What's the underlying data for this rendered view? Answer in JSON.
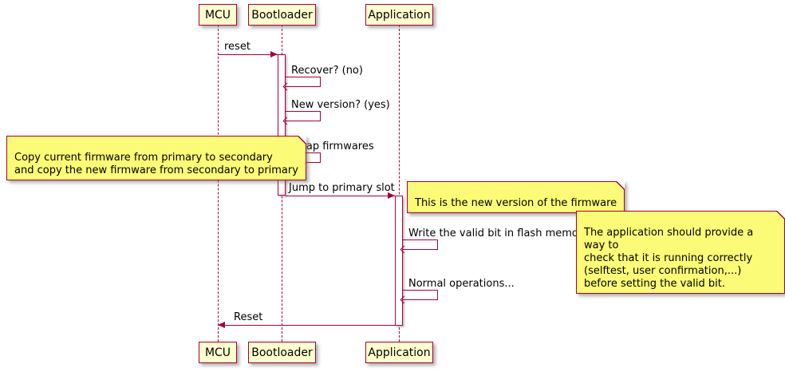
{
  "diagram": {
    "type": "sequence-diagram",
    "participants": [
      {
        "label": "MCU"
      },
      {
        "label": "Bootloader"
      },
      {
        "label": "Application"
      }
    ],
    "messages": [
      {
        "label": "reset",
        "from": "MCU",
        "to": "Bootloader"
      },
      {
        "label": "Recover? (no)",
        "from": "Bootloader",
        "to": "Bootloader"
      },
      {
        "label": "New version? (yes)",
        "from": "Bootloader",
        "to": "Bootloader"
      },
      {
        "label": "Swap firmwares",
        "from": "Bootloader",
        "to": "Bootloader"
      },
      {
        "label": "Jump to primary slot",
        "from": "Bootloader",
        "to": "Application"
      },
      {
        "label": "Write the valid bit in flash memory",
        "from": "Application",
        "to": "Application"
      },
      {
        "label": "Normal operations...",
        "from": "Application",
        "to": "Application"
      },
      {
        "label": "Reset",
        "from": "Application",
        "to": "MCU"
      }
    ],
    "notes": [
      {
        "text": "Copy current firmware from primary to secondary\nand copy the new firmware from secondary to primary"
      },
      {
        "text": "This is the new version of the firmware"
      },
      {
        "text": "The application should provide a way to\ncheck that it is running correctly\n(selftest, user confirmation,...)\nbefore setting the valid bit."
      }
    ],
    "colors": {
      "participant_fill": "#FEFECE",
      "note_fill": "#FBFB77",
      "line": "#A80036",
      "text": "#000000",
      "background": "#FFFFFF"
    }
  }
}
